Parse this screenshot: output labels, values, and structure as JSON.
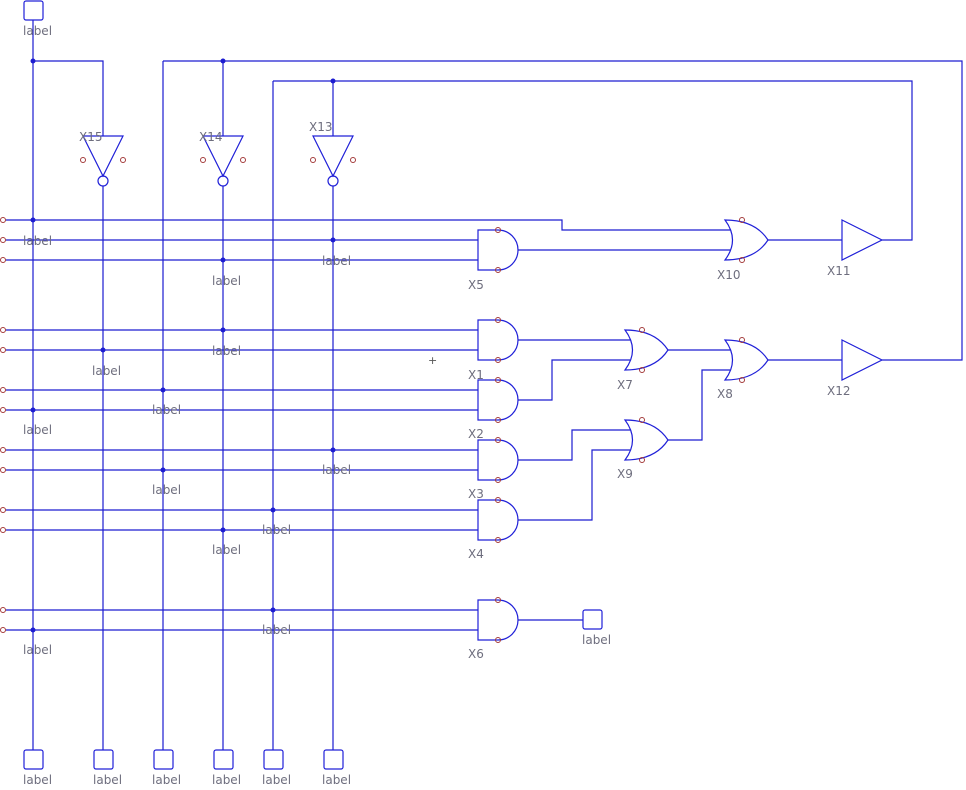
{
  "schematic": {
    "wire_label": "label",
    "components": {
      "inv": [
        "X15",
        "X14",
        "X13"
      ],
      "and": [
        "X1",
        "X2",
        "X3",
        "X4",
        "X5",
        "X6"
      ],
      "or": [
        "X7",
        "X8",
        "X9",
        "X10"
      ],
      "buf": [
        "X11",
        "X12"
      ]
    },
    "cursor_mark": "+"
  },
  "colors": {
    "wire": "#1c1cd0",
    "pin": "#a33a3a",
    "label": "#6e6e7e"
  }
}
